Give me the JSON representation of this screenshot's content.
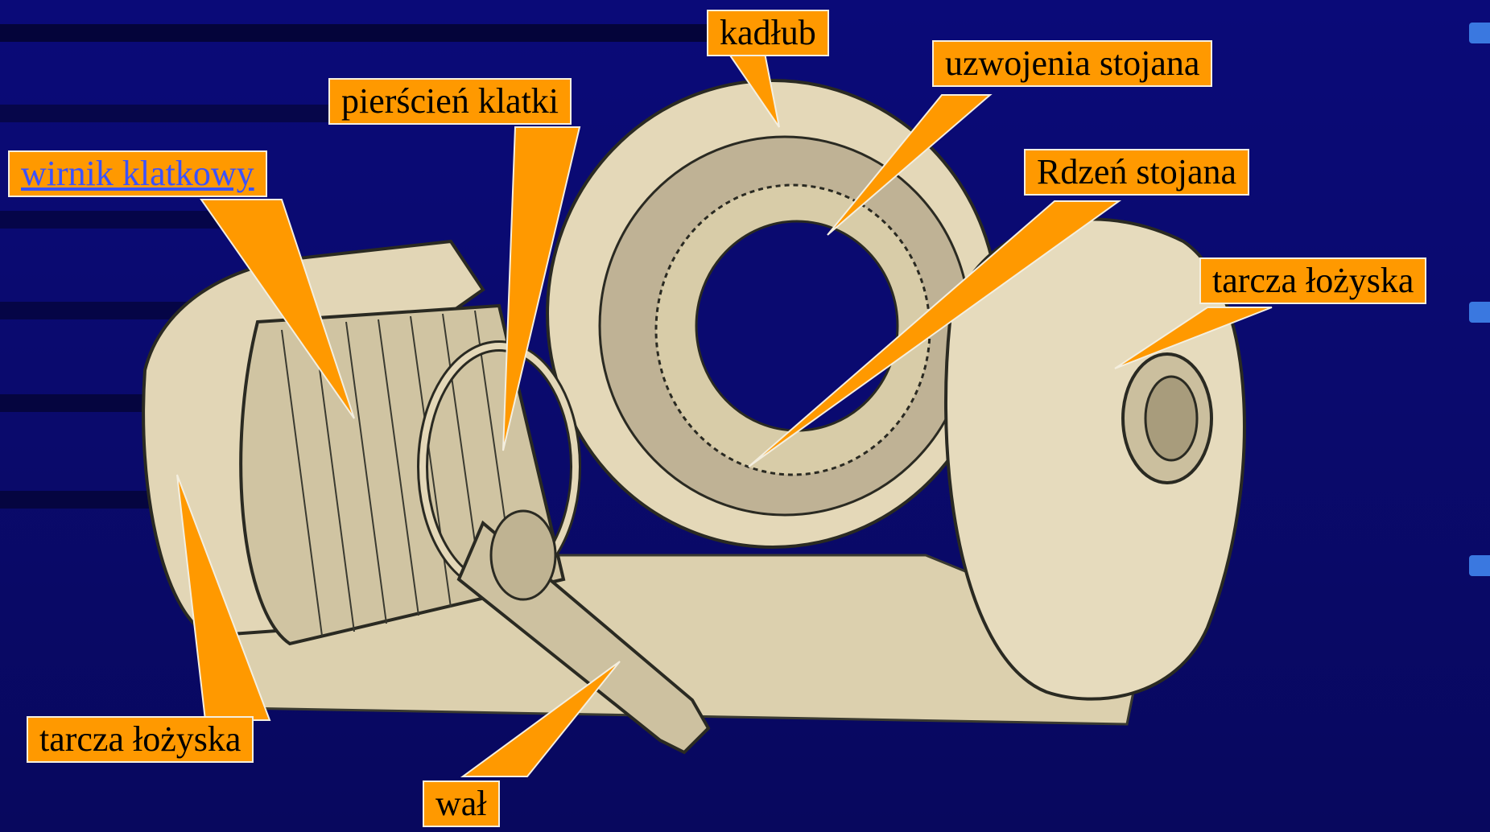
{
  "labels": {
    "kadlub": "kadłub",
    "uzwojenia": "uzwojenia stojana",
    "pierscien": "pierścień klatki",
    "wirnik": "wirnik klatkowy",
    "rdzen": "Rdzeń stojana",
    "tarcza_right": "tarcza łożyska",
    "tarcza_left": "tarcza łożyska",
    "wal": "wał"
  },
  "colors": {
    "background": "#0a0a78",
    "label_fill": "#ff9900",
    "drawing": "#e4d8b8",
    "accent": "#3a78e0"
  }
}
